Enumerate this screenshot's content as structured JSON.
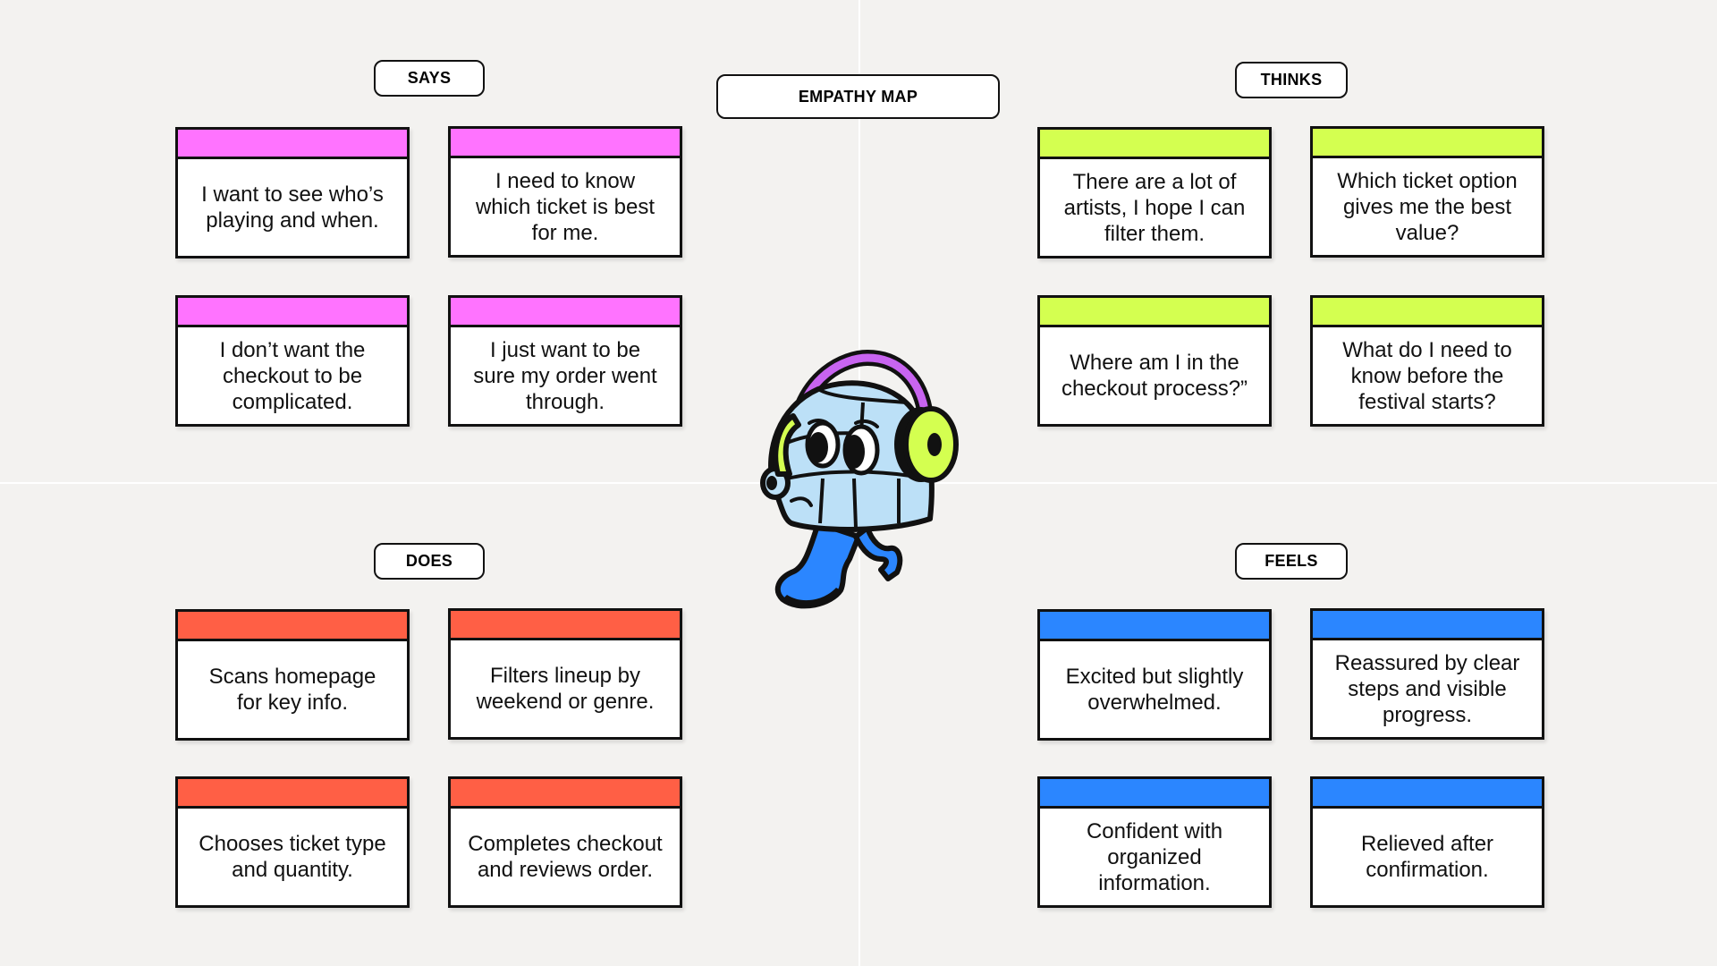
{
  "title": "EMPATHY MAP",
  "colors": {
    "says": "#FF73FF",
    "thinks": "#D4FF50",
    "does": "#FF5F45",
    "feels": "#2B86FF",
    "background": "#F3F2F0"
  },
  "quadrants": {
    "says": {
      "label": "SAYS",
      "cards": [
        "I want to see who’s playing and when.",
        "I need to know which ticket is best for me.",
        "I don’t want the checkout to be complicated.",
        "I just want to be sure my order went through."
      ]
    },
    "thinks": {
      "label": "THINKS",
      "cards": [
        "There are a lot of artists, I hope I can filter them.",
        "Which ticket option gives me the best value?",
        "Where am I in the checkout process?”",
        "What do I need to know before the festival starts?"
      ]
    },
    "does": {
      "label": "DOES",
      "cards": [
        "Scans homepage for key info.",
        "Filters lineup by weekend or genre.",
        "Chooses ticket type and quantity.",
        "Completes checkout and reviews order."
      ]
    },
    "feels": {
      "label": "FEELS",
      "cards": [
        "Excited but slightly overwhelmed.",
        "Reassured by clear steps and visible progress.",
        "Confident with organized information.",
        "Relieved after confirmation."
      ]
    }
  },
  "mascot": {
    "icon": "headphones-mascot-icon"
  }
}
